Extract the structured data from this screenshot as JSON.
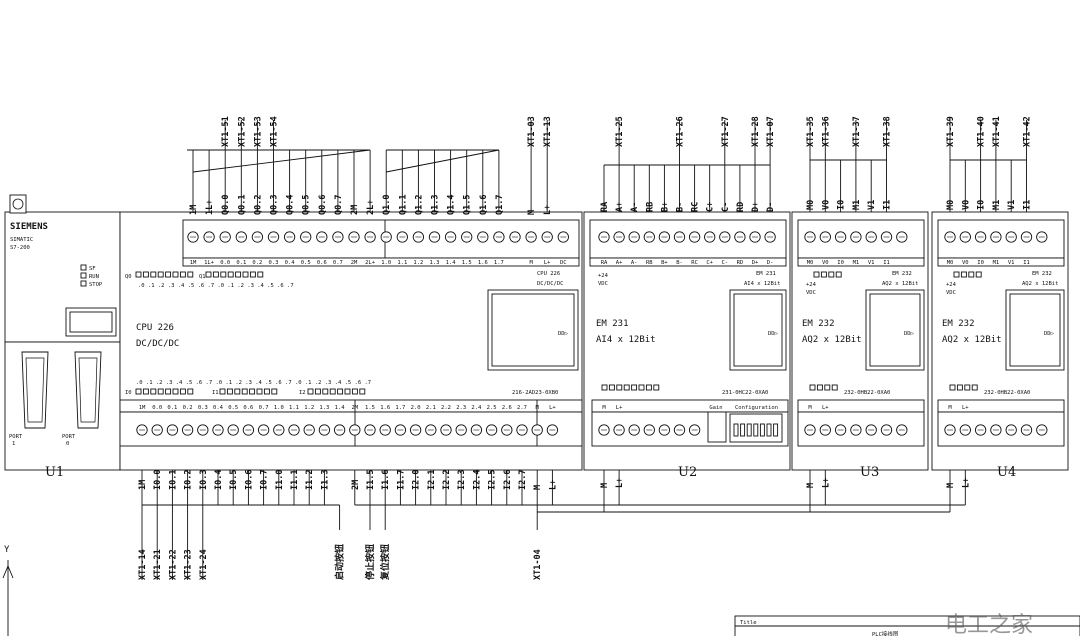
{
  "cpu": {
    "brand": "SIEMENS",
    "family": "SIMATIC",
    "series": "S7-200",
    "leds": [
      "SF",
      "RUN",
      "STOP"
    ],
    "model": "CPU 226",
    "power": "DC/DC/DC",
    "label_top_right_1": "CPU 226",
    "label_top_right_2": "DC/DC/DC",
    "order_no": "216-2AD23-0XB0",
    "port0": "PORT 0",
    "port1": "PORT 1",
    "top_terminals": [
      "1M",
      "1L+",
      "0.0",
      "0.1",
      "0.2",
      "0.3",
      "0.4",
      "0.5",
      "0.6",
      "0.7",
      "2M",
      "2L+",
      "1.0",
      "1.1",
      "1.2",
      "1.3",
      "1.4",
      "1.5",
      "1.6",
      "1.7",
      "",
      "M",
      "L+",
      "DC"
    ],
    "bottom_terminals": [
      "1M",
      "0.0",
      "0.1",
      "0.2",
      "0.3",
      "0.4",
      "0.5",
      "0.6",
      "0.7",
      "1.0",
      "1.1",
      "1.2",
      "1.3",
      "1.4",
      "2M",
      "1.5",
      "1.6",
      "1.7",
      "2.0",
      "2.1",
      "2.2",
      "2.3",
      "2.4",
      "2.5",
      "2.6",
      "2.7",
      "M",
      "L+"
    ],
    "led_row_q0": "Q0",
    "led_row_q1": "Q1",
    "led_row_i0": "I0",
    "led_row_i1": "I1",
    "led_row_i2": "I2",
    "unit_label": "U1"
  },
  "top_labels": {
    "cpu_q0": [
      "1M",
      "1L+",
      "Q0.0",
      "Q0.1",
      "Q0.2",
      "Q0.3",
      "Q0.4",
      "Q0.5",
      "Q0.6",
      "Q0.7",
      "2M",
      "2L+"
    ],
    "cpu_q1": [
      "Q1.0",
      "Q1.1",
      "Q1.2",
      "Q1.3",
      "Q1.4",
      "Q1.5",
      "Q1.6",
      "Q1.7",
      "M",
      "L+"
    ],
    "cpu_xt": [
      "XT1-51",
      "XT1-52",
      "XT1-53",
      "XT1-54"
    ],
    "cpu_xt_right": [
      "XT1-03",
      "XT1-13"
    ],
    "em231": [
      "RA",
      "A+",
      "A-",
      "RB",
      "B+",
      "B-",
      "RC",
      "C+",
      "C-",
      "RD",
      "D+",
      "D-"
    ],
    "em231_xt": [
      "XT1-25",
      "XT1-26",
      "XT1-27",
      "XT1-28",
      "XT1-07"
    ],
    "em232a": [
      "M0",
      "V0",
      "I0",
      "M1",
      "V1",
      "I1"
    ],
    "em232a_xt": [
      "XT1-35",
      "XT1-36",
      "XT1-37",
      "XT1-38"
    ],
    "em232b": [
      "M0",
      "V0",
      "I0",
      "M1",
      "V1",
      "I1"
    ],
    "em232b_xt": [
      "XT1-39",
      "XT1-40",
      "XT1-41",
      "XT1-42"
    ]
  },
  "bottom_labels": {
    "cpu_inputs": [
      "1M",
      "I0.0",
      "I0.1",
      "I0.2",
      "I0.3",
      "I0.4",
      "I0.5",
      "I0.6",
      "I0.7",
      "I1.0",
      "I1.1",
      "I1.2",
      "I1.3",
      "2M",
      "I1.5",
      "I1.6",
      "I1.7",
      "I2.0",
      "I2.1",
      "I2.2",
      "I2.3",
      "I2.4",
      "I2.5",
      "I2.6",
      "I2.7",
      "M",
      "L+"
    ],
    "xt_left": [
      "XT1-14",
      "XT1-21",
      "XT1-22",
      "XT1-23",
      "XT1-24"
    ],
    "cn_1": "启动按钮",
    "cn_2": "停止按钮",
    "cn_3": "复位按钮",
    "xt_right": "XT1-04",
    "u2": [
      "M",
      "L+"
    ],
    "u3": [
      "M",
      "L+"
    ],
    "u4": [
      "M",
      "L+"
    ]
  },
  "em231": {
    "title": "EM 231",
    "sub": "AI4 x 12Bit",
    "model": "EM 231",
    "desc": "AI4 x 12Bit",
    "order_no": "231-0HC22-0XA0",
    "config": "Configuration",
    "vdc": "+24 VDC",
    "top_terminals": [
      "RA",
      "A+",
      "A-",
      "RB",
      "B+",
      "B-",
      "RC",
      "C+",
      "C-",
      "RD",
      "D+",
      "D-"
    ],
    "bottom_terminals": [
      "M",
      "L+",
      "",
      "",
      "",
      "",
      "",
      "Gain"
    ],
    "unit_label": "U2"
  },
  "em232a": {
    "title": "EM 232",
    "sub": "AQ2 x 12Bit",
    "model": "EM 232",
    "desc": "AQ2 x 12Bit",
    "order_no": "232-0HB22-0XA0",
    "vdc": "+24 VDC",
    "top_terminals": [
      "M0",
      "V0",
      "I0",
      "M1",
      "V1",
      "I1"
    ],
    "bottom_terminals": [
      "M",
      "L+"
    ],
    "unit_label": "U3"
  },
  "em232b": {
    "title": "EM 232",
    "sub": "AQ2 x 12Bit",
    "model": "EM 232",
    "desc": "AQ2 x 12Bit",
    "order_no": "232-0HB22-0XA0",
    "vdc": "+24 VDC",
    "top_terminals": [
      "M0",
      "V0",
      "I0",
      "M1",
      "V1",
      "I1"
    ],
    "bottom_terminals": [
      "M",
      "L+"
    ],
    "unit_label": "U4"
  },
  "axis": {
    "y": "Y"
  },
  "title_block": {
    "field": "Title",
    "text": "PLC接线图"
  },
  "watermark": "电工之家"
}
